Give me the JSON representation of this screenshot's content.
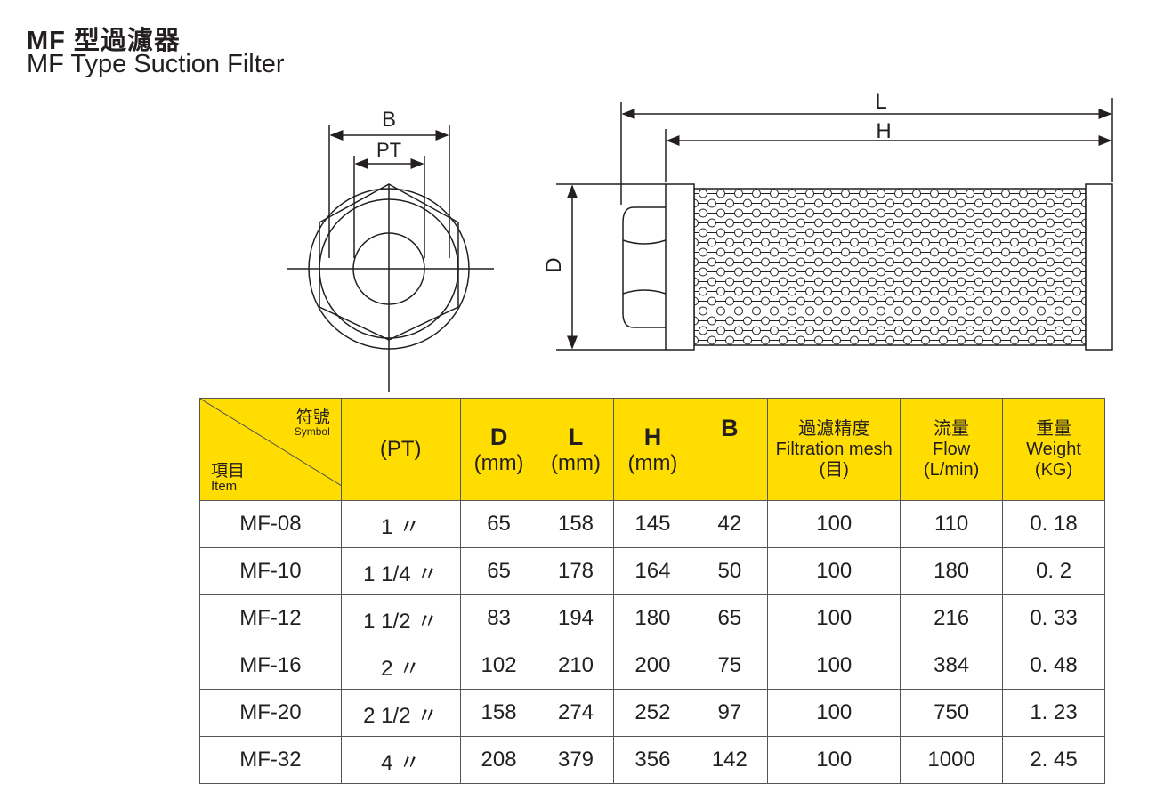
{
  "title_cn": "MF 型過濾器",
  "title_en": "MF Type Suction Filter",
  "drawing": {
    "labels": {
      "B": "B",
      "PT": "PT",
      "L": "L",
      "H": "H",
      "D": "D"
    }
  },
  "table": {
    "header": {
      "symbol_cn": "符號",
      "symbol_en": "Symbol",
      "item_cn": "項目",
      "item_en": "Item",
      "pt": "(PT)",
      "d": "D",
      "l": "L",
      "h": "H",
      "b": "B",
      "mm": "(mm)",
      "mesh_cn": "過濾精度",
      "mesh_en": "Filtration mesh",
      "mesh_unit": "(目)",
      "flow_cn": "流量",
      "flow_en": "Flow",
      "flow_unit": "(L/min)",
      "weight_cn": "重量",
      "weight_en": "Weight",
      "weight_unit": "(KG)"
    },
    "rows": [
      [
        "MF-08",
        "1 〃",
        "65",
        "158",
        "145",
        "42",
        "100",
        "110",
        "0. 18"
      ],
      [
        "MF-10",
        "1 1/4 〃",
        "65",
        "178",
        "164",
        "50",
        "100",
        "180",
        "0. 2"
      ],
      [
        "MF-12",
        "1 1/2 〃",
        "83",
        "194",
        "180",
        "65",
        "100",
        "216",
        "0. 33"
      ],
      [
        "MF-16",
        "2 〃",
        "102",
        "210",
        "200",
        "75",
        "100",
        "384",
        "0. 48"
      ],
      [
        "MF-20",
        "2 1/2 〃",
        "158",
        "274",
        "252",
        "97",
        "100",
        "750",
        "1. 23"
      ],
      [
        "MF-32",
        "4 〃",
        "208",
        "379",
        "356",
        "142",
        "100",
        "1000",
        "2. 45"
      ]
    ]
  },
  "colors": {
    "header_bg": "#ffdd00"
  }
}
